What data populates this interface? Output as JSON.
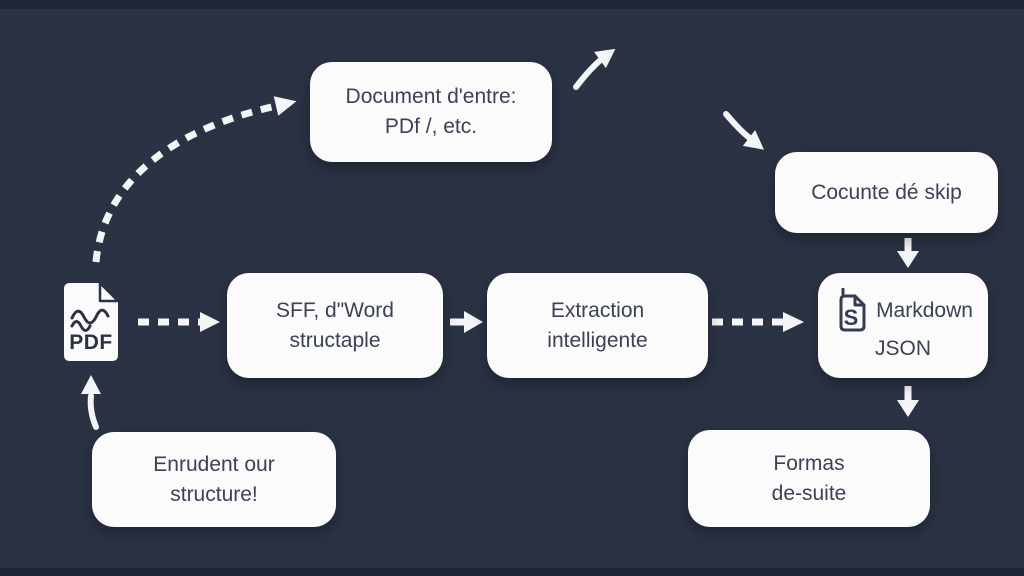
{
  "canvas": {
    "background_color": "#2b3243",
    "node_fill_color": "#fbfbfc",
    "text_color": "#3a4253",
    "arrow_color": "#f4f5f7"
  },
  "nodes": {
    "input_doc": {
      "line1": "Document d'entre:",
      "line2": "PDf /, etc."
    },
    "skip_note": {
      "label": "Cocunte dé skip"
    },
    "source_formats": {
      "line1": "SFF, d\"Word",
      "line2": "structaple"
    },
    "extraction": {
      "line1": "Extraction",
      "line2": "intelligente"
    },
    "output": {
      "line1": "Markdown",
      "line2": "JSON"
    },
    "enrich_note": {
      "line1": "Enrudent our",
      "line2": "structure!"
    },
    "output_formats": {
      "line1": "Formas",
      "line2": "de-suite"
    }
  },
  "icons": {
    "pdf_file_label": "PDF",
    "json_file_letter": "S"
  }
}
